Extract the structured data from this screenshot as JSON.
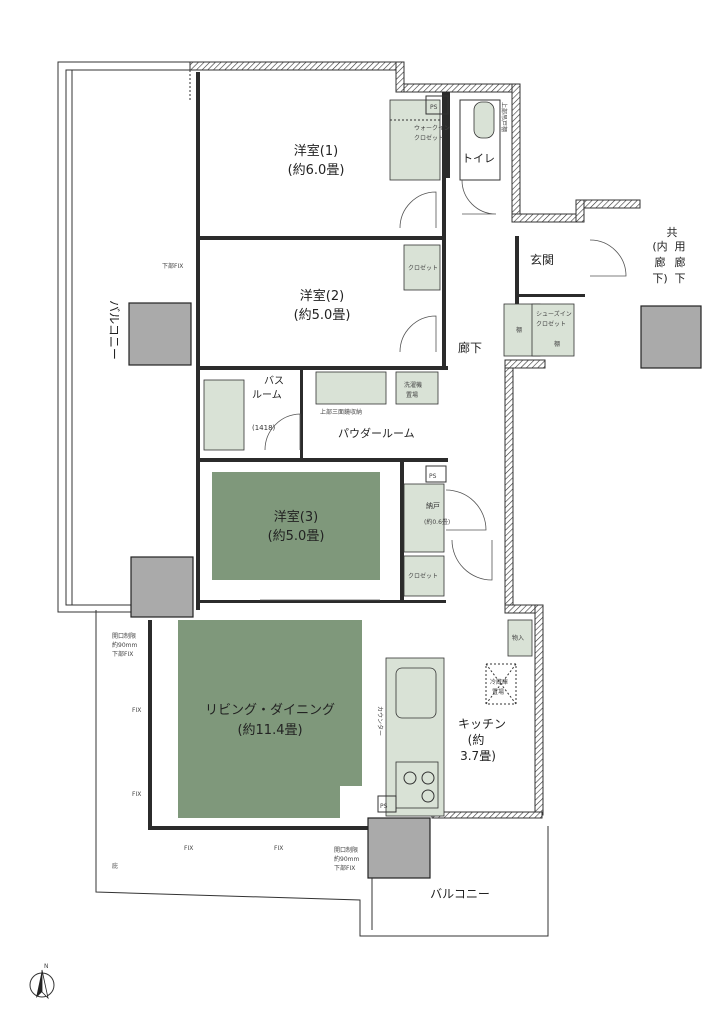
{
  "rooms": {
    "western1": {
      "name": "洋室(1)",
      "size": "(約6.0畳)"
    },
    "western2": {
      "name": "洋室(2)",
      "size": "(約5.0畳)"
    },
    "western3": {
      "name": "洋室(3)",
      "size": "(約5.0畳)"
    },
    "living": {
      "name": "リビング・ダイニング",
      "size": "(約11.4畳)"
    },
    "kitchen": {
      "name1": "キッチン",
      "size1": "(約",
      "size2": "3.7畳)"
    },
    "bath": {
      "name1": "バス",
      "name2": "ルーム",
      "size": "(1418)"
    },
    "powder": "パウダールーム",
    "toilet": "トイレ",
    "entrance": "玄関",
    "hallway": "廊下",
    "shared_hallway": [
      "共",
      "用",
      "廊",
      "下"
    ],
    "shared_hallway_note": [
      "(内",
      "廊",
      "下)"
    ],
    "balcony_west": "バルコニー",
    "balcony_south": "バルコニー",
    "storage_nando": "納戸",
    "storage_nando_size": "(約0.6畳)"
  },
  "storage": {
    "walkin": [
      "ウォークイン",
      "クロゼット"
    ],
    "closet": "クロゼット",
    "shoes_in": [
      "シューズイン",
      "クロゼット"
    ],
    "shelf": "棚",
    "monoire": "物入",
    "ps": "PS",
    "washer": [
      "洗濯機",
      "置場"
    ],
    "fridge": [
      "冷蔵庫",
      "置場"
    ],
    "counter": "カウンター",
    "upper_shelf": "上部三面鏡収納",
    "upper_shelf_toilet": [
      "上部吊戸棚"
    ]
  },
  "annotations": {
    "fix_lower": "下部FIX",
    "fix": "FIX",
    "window_note1": [
      "開口制限",
      "約90mm",
      "下部FIX"
    ],
    "window_note2": [
      "開口制限",
      "約90mm",
      "下部FIX"
    ],
    "garden": "庇",
    "north": "N"
  },
  "colors": {
    "room_fill": "#7f987b",
    "fixture_fill": "#d9e2d6",
    "column_fill": "#aaaaaa",
    "wall": "#2b2b2b"
  }
}
